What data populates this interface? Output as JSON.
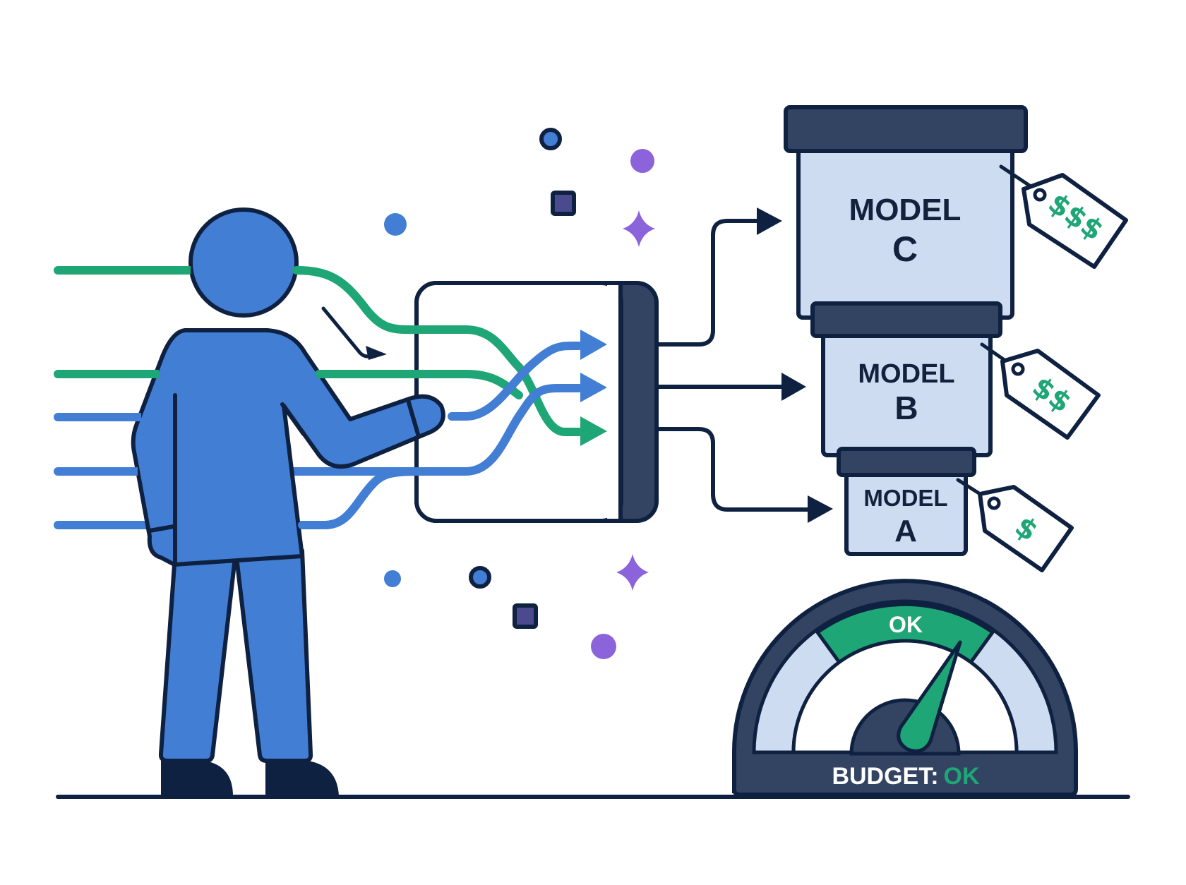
{
  "colors": {
    "navy": "#0f2141",
    "slate": "#334462",
    "blue": "#417ed4",
    "green": "#1fa676",
    "purple": "#8b63db",
    "panel": "#cddcf0",
    "background": "#ffffff"
  },
  "router": {
    "inputs": [
      "green",
      "green",
      "blue",
      "blue",
      "blue"
    ],
    "outputs": [
      "blue",
      "blue",
      "green"
    ]
  },
  "models": [
    {
      "line1": "MODEL",
      "line2": "C",
      "price": "$$$"
    },
    {
      "line1": "MODEL",
      "line2": "B",
      "price": "$$"
    },
    {
      "line1": "MODEL",
      "line2": "A",
      "price": "$"
    }
  ],
  "gauge": {
    "zone_label": "OK",
    "caption_prefix": "BUDGET:",
    "caption_status": "OK"
  }
}
